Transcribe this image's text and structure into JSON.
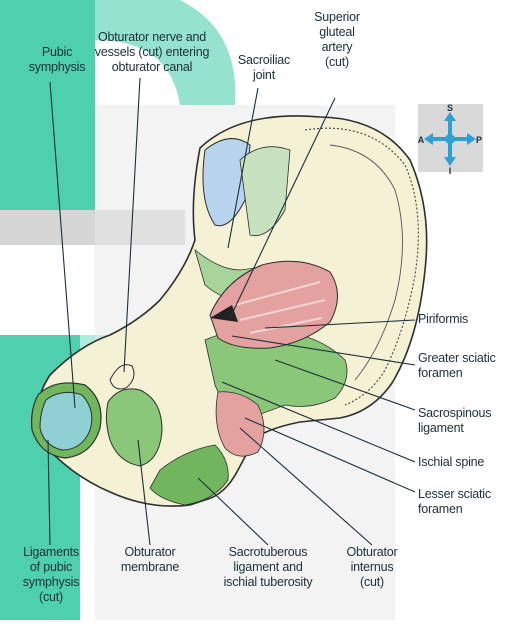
{
  "labels": {
    "pubic_symphysis": "Pubic\nsymphysis",
    "obturator_nerve": "Obturator nerve and\nvessels (cut) entering\nobturator canal",
    "sacroiliac_joint": "Sacroiliac\njoint",
    "superior_gluteal_artery": "Superior\ngluteal\nartery\n(cut)",
    "piriformis": "Piriformis",
    "greater_sciatic_foramen": "Greater sciatic\nforamen",
    "sacrospinous_ligament": "Sacrospinous\nligament",
    "ischial_spine": "Ischial spine",
    "lesser_sciatic_foramen": "Lesser sciatic\nforamen",
    "ligaments_pubic_symphysis": "Ligaments\nof pubic\nsymphysis\n(cut)",
    "obturator_membrane": "Obturator\nmembrane",
    "sacrotuberous_ligament": "Sacrotuberous\nligament and\nischial tuberosity",
    "obturator_internus": "Obturator\ninternus\n(cut)"
  },
  "compass": {
    "superior": "S",
    "inferior": "I",
    "anterior": "A",
    "posterior": "P"
  },
  "colors": {
    "bone": "#f4f1d4",
    "ligament": "#6fb65c",
    "ligament_light": "#b7dca2",
    "membrane": "#8fd1d2",
    "muscle": "#e3a1a0",
    "watermark_teal": "#1fbf97",
    "watermark_gray": "#d6d6d6",
    "text": "#1d2f3a"
  }
}
